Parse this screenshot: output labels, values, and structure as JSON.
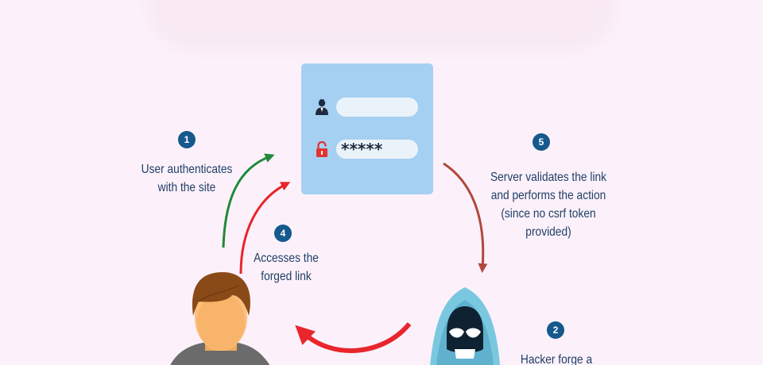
{
  "login_panel": {
    "password_mask": "*****"
  },
  "steps": [
    {
      "number": "1",
      "lines": [
        "User authenticates",
        "with the site"
      ]
    },
    {
      "number": "2",
      "lines": [
        "Hacker forge a"
      ]
    },
    {
      "number": "4",
      "lines": [
        "Accesses the",
        "forged link"
      ]
    },
    {
      "number": "5",
      "lines": [
        "Server validates the link",
        "and performs the action",
        "(since no csrf token",
        "provided)"
      ]
    }
  ],
  "colors": {
    "background": "#fcf1fa",
    "panel": "#a6d0f2",
    "badge": "#15598d",
    "text": "#1f3e66",
    "arrow_green": "#1f8a3a",
    "arrow_red": "#e8262d",
    "arrow_brown": "#b0483c",
    "lock_red": "#e2332f"
  },
  "icons": [
    "user-icon",
    "lock-icon",
    "user-avatar",
    "hacker-avatar"
  ]
}
